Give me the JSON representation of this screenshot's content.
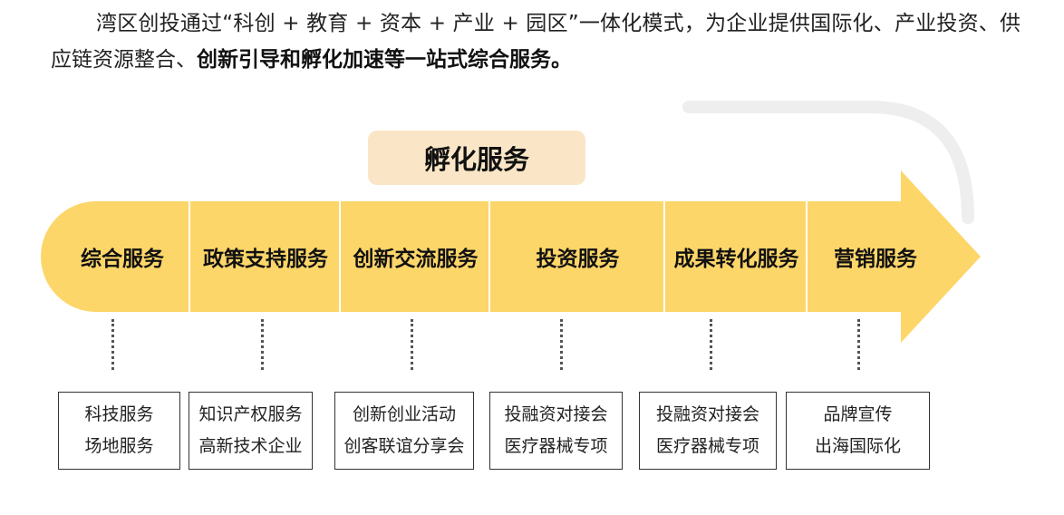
{
  "intro": {
    "text_plain": "湾区创投通过“科创 + 教育 + 资本 + 产业 + 园区”一体化模式，为企业提供国际化、产业投资、供应链资源整合、",
    "text_bold": "创新引导和孵化加速等一站式综合服务。"
  },
  "diagram": {
    "title": "孵化服务",
    "colors": {
      "arrow": "#fdd66a",
      "title_bg": "#fae6c6",
      "arc": "#eeeeee"
    },
    "stages": [
      {
        "label": "综合服务",
        "details": [
          "科技服务",
          "场地服务"
        ]
      },
      {
        "label": "政策支持服务",
        "details": [
          "知识产权服务",
          "高新技术企业"
        ]
      },
      {
        "label": "创新交流服务",
        "details": [
          "创新创业活动",
          "创客联谊分享会"
        ]
      },
      {
        "label": "投资服务",
        "details": [
          "投融资对接会",
          "医疗器械专项"
        ]
      },
      {
        "label": "成果转化服务",
        "details": [
          "投融资对接会",
          "医疗器械专项"
        ]
      },
      {
        "label": "营销服务",
        "details": [
          "品牌宣传",
          "出海国际化"
        ]
      }
    ]
  }
}
